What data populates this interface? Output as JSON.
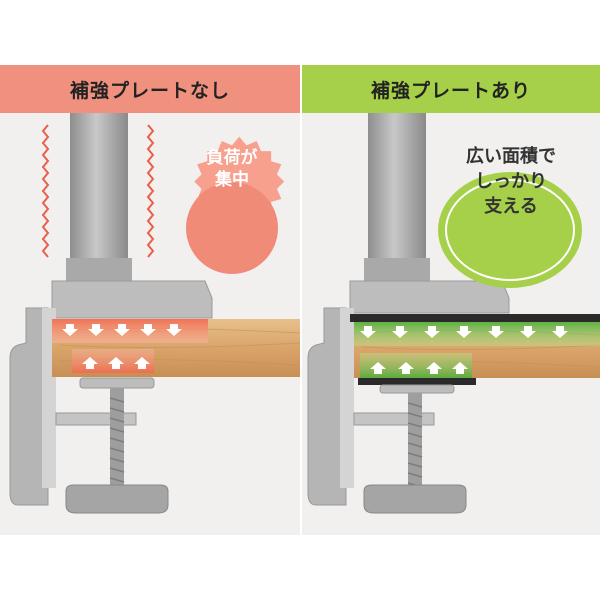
{
  "left_panel": {
    "header": "補強プレートなし",
    "badge": {
      "line1": "負荷が",
      "line2": "集中"
    },
    "accent": "#f0907f"
  },
  "right_panel": {
    "header": "補強プレートあり",
    "badge": {
      "line1": "広い面積で",
      "line2": "しっかり",
      "line3": "支える"
    },
    "accent": "#a6d04a"
  },
  "icons": [
    "pole-illustration",
    "clamp-illustration",
    "wood-desk-illustration",
    "pressure-arrow-icon",
    "heat-wave-icon"
  ]
}
